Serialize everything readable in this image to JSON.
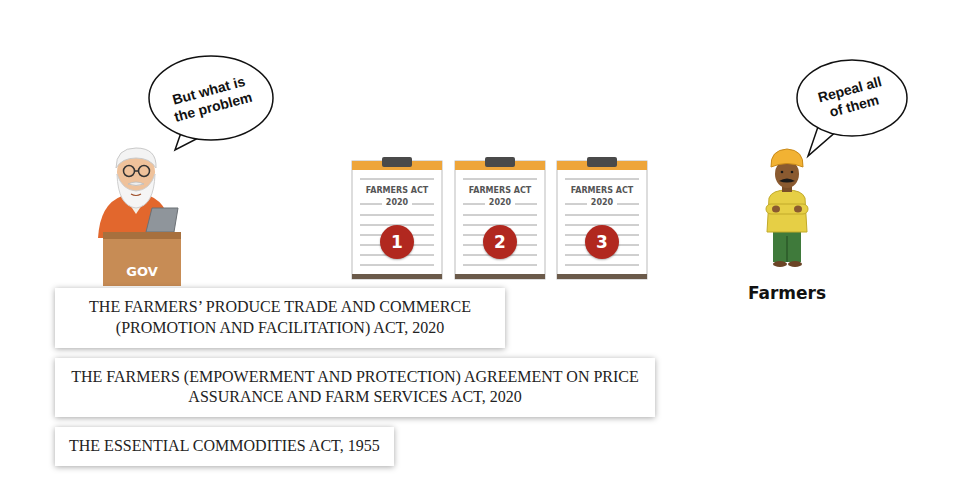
{
  "diagram": {
    "nodes": [
      {
        "text": [
          "But what is the problem"
        ]
      },
      {
        "text": [
          "GOV"
        ]
      },
      {
        "text": [
          "FARMERS ACT",
          "2020"
        ]
      },
      {
        "text": [
          "1"
        ],
        "in": 2
      },
      {
        "text": [
          "FARMERS ACT",
          "2020"
        ]
      },
      {
        "text": [
          "2"
        ],
        "in": 4
      },
      {
        "text": [
          "FARMERS ACT",
          "2020"
        ]
      },
      {
        "text": [
          "3"
        ],
        "in": 6
      },
      {
        "text": [
          "Repeal all of them"
        ]
      },
      {
        "text": [
          "THE FARMERS’ PRODUCE TRADE AND COMMERCE (PROMOTION AND FACILITATION) ACT, 2020"
        ]
      },
      {
        "text": [
          "THE FARMERS (EMPOWERMENT AND PROTECTION) AGREEMENT ON PRICE ASSURANCE AND FARM SERVICES ACT, 2020"
        ]
      },
      {
        "text": [
          "THE ESSENTIAL COMMODITIES ACT, 1955"
        ]
      }
    ],
    "labels": [
      "Farmers"
    ]
  }
}
